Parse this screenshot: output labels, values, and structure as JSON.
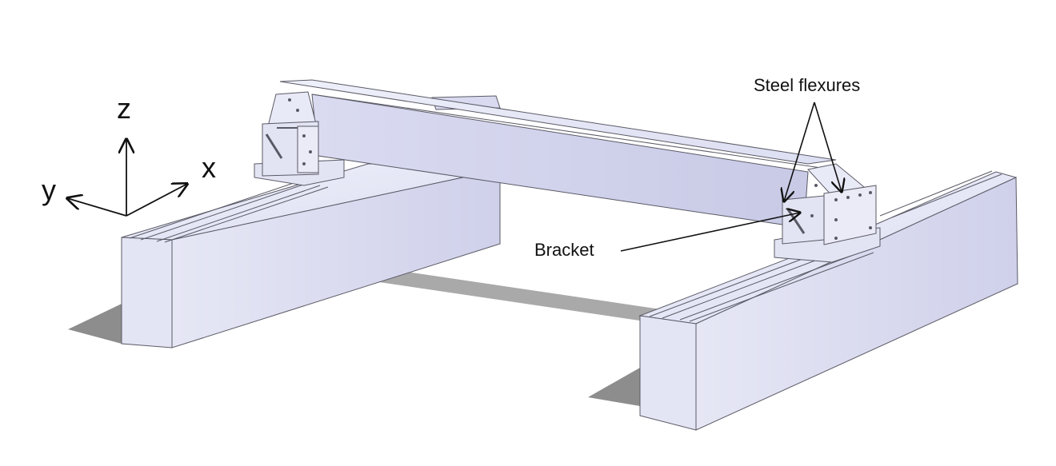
{
  "labels": {
    "axis_z": "z",
    "axis_x": "x",
    "axis_y": "y",
    "steel_flexures": "Steel flexures",
    "bracket": "Bracket"
  },
  "colors": {
    "body_light": "#e8e8f6",
    "body_mid": "#d7d8ef",
    "body_dark": "#c9cae6",
    "edge": "#5a5a66",
    "shadow": "#9a9a9a",
    "ink": "#111111"
  }
}
